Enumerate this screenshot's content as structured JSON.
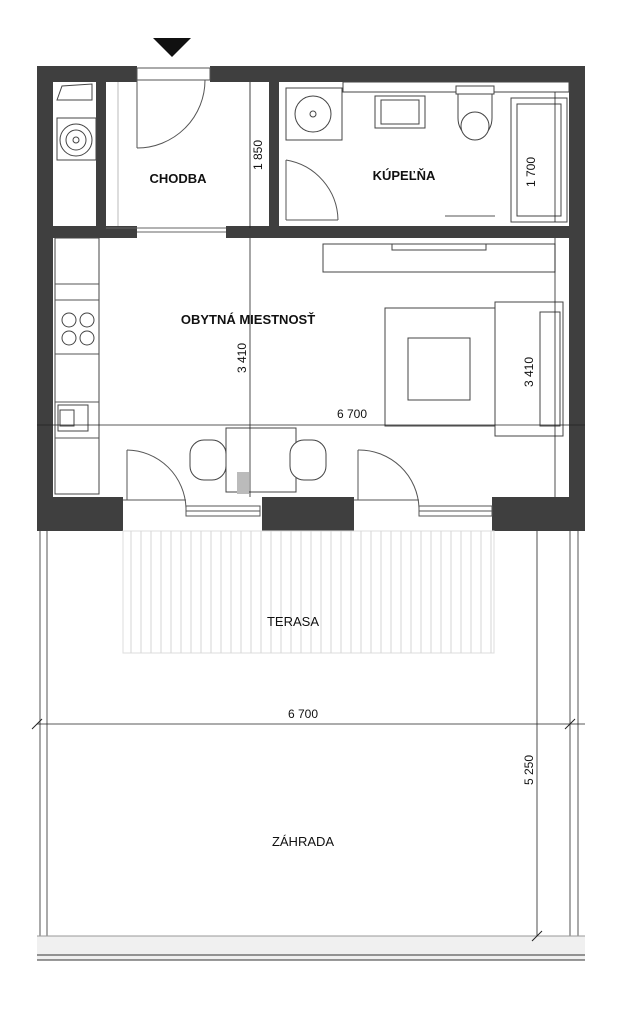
{
  "rooms": {
    "chodba": "CHODBA",
    "kupelna": "KÚPEĽŇA",
    "obytna": "OBYTNÁ MIESTNOSŤ",
    "terasa": "TERASA",
    "zahrada": "ZÁHRADA"
  },
  "dimensions": {
    "chodba_height": "1 850",
    "bath_height": "1 700",
    "living_height_left": "3 410",
    "living_height_right": "3 410",
    "living_width": "6 700",
    "garden_width": "6 700",
    "garden_height": "5 250"
  },
  "colors": {
    "wall": "#3f3f3f",
    "line": "#555555"
  }
}
